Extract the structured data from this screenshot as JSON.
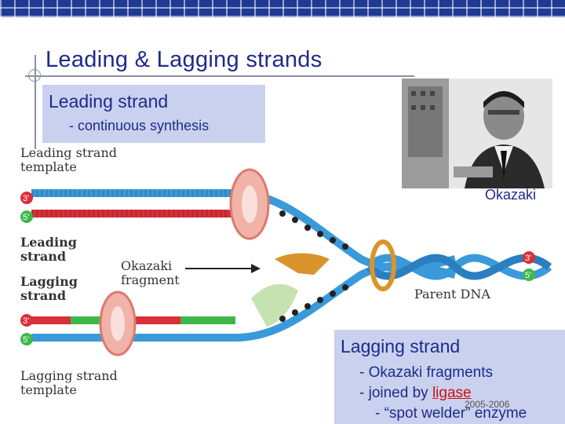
{
  "slide": {
    "title": "Leading & Lagging strands",
    "leading_box": {
      "heading": "Leading strand",
      "point": "- continuous synthesis"
    },
    "photo_caption": "Okazaki",
    "diagram_labels": {
      "leading_template": "Leading strand\ntemplate",
      "leading_strand": "Leading\nstrand",
      "lagging_strand": "Lagging\nstrand",
      "okazaki_fragment": "Okazaki\nfragment",
      "parent_dna": "Parent DNA",
      "lagging_template": "Lagging strand\ntemplate",
      "three_prime": "3'",
      "five_prime": "5'"
    },
    "lagging_box": {
      "heading": "Lagging strand",
      "point1": "- Okazaki fragments",
      "point2_prefix": "- joined by ",
      "point2_link": "ligase",
      "point3": "- “spot welder” enzyme"
    },
    "year": "2005-2006"
  },
  "colors": {
    "title": "#1f2a8a",
    "box_bg": "#c9d1ef",
    "top_bar": "#1f3a93",
    "strand_blue": "#3a9ad9",
    "strand_red": "#d9303a",
    "strand_green": "#3cb84a",
    "ligase": "#cc1111"
  }
}
